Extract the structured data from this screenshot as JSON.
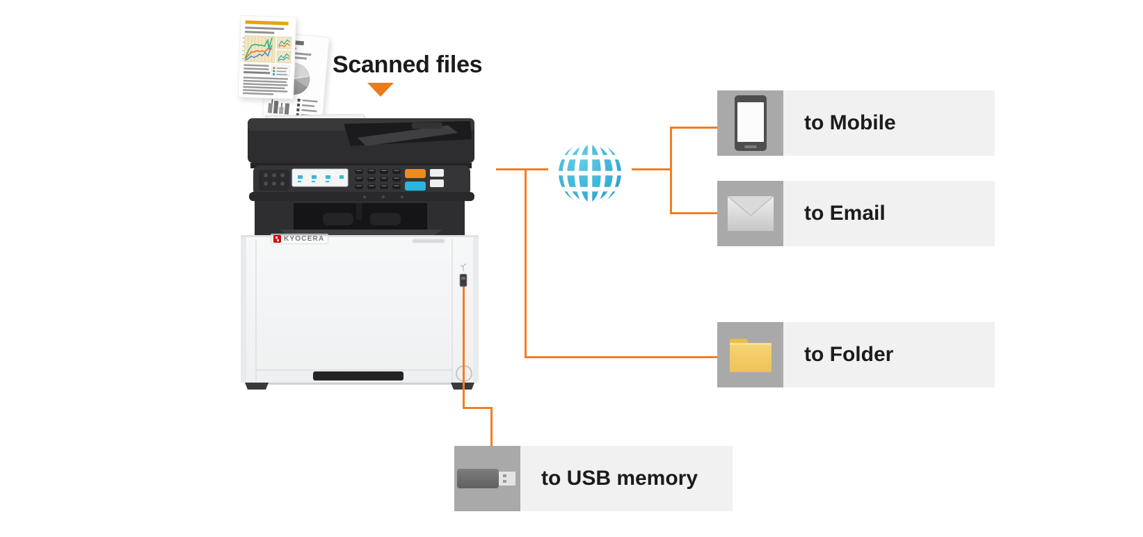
{
  "title": {
    "text": "Scanned files"
  },
  "printer": {
    "brand": "KYOCERA"
  },
  "hub": {
    "icon": "globe-icon"
  },
  "destinations": [
    {
      "id": "mobile",
      "label": "to Mobile",
      "icon": "smartphone-icon"
    },
    {
      "id": "email",
      "label": "to Email",
      "icon": "envelope-icon"
    },
    {
      "id": "folder",
      "label": "to Folder",
      "icon": "folder-icon"
    },
    {
      "id": "usb",
      "label": "to USB memory",
      "icon": "usb-memory-icon"
    }
  ],
  "colors": {
    "accent_orange": "#f47d1e",
    "triangle_orange": "#ee7b17",
    "icon_box_gray": "#a9a9a9",
    "label_bar_gray": "#f1f1f2",
    "text_dark": "#1b1b1b",
    "globe_teal": "#2ea6cb",
    "folder_yellow": "#f0c75e",
    "kyocera_red": "#d7000f"
  }
}
